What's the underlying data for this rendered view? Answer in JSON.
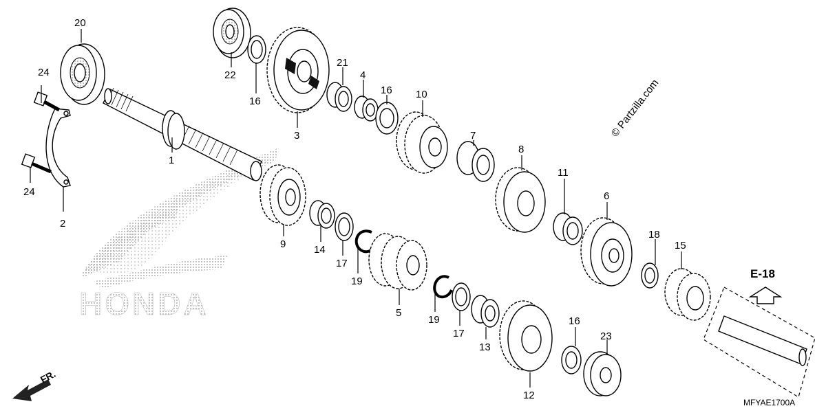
{
  "diagram": {
    "copyright": "© Partzilla.com",
    "brand_watermark": "HONDA",
    "reference_label": "E-18",
    "front_marker": "FR.",
    "diagram_code": "MFYAE1700A",
    "callouts": [
      {
        "id": "1",
        "text": "1"
      },
      {
        "id": "2",
        "text": "2"
      },
      {
        "id": "3",
        "text": "3"
      },
      {
        "id": "4",
        "text": "4"
      },
      {
        "id": "5",
        "text": "5"
      },
      {
        "id": "6",
        "text": "6"
      },
      {
        "id": "7",
        "text": "7"
      },
      {
        "id": "8",
        "text": "8"
      },
      {
        "id": "9",
        "text": "9"
      },
      {
        "id": "10",
        "text": "10"
      },
      {
        "id": "11",
        "text": "11"
      },
      {
        "id": "12",
        "text": "12"
      },
      {
        "id": "13",
        "text": "13"
      },
      {
        "id": "14",
        "text": "14"
      },
      {
        "id": "15",
        "text": "15"
      },
      {
        "id": "16a",
        "text": "16"
      },
      {
        "id": "16b",
        "text": "16"
      },
      {
        "id": "16c",
        "text": "16"
      },
      {
        "id": "17a",
        "text": "17"
      },
      {
        "id": "17b",
        "text": "17"
      },
      {
        "id": "18",
        "text": "18"
      },
      {
        "id": "19a",
        "text": "19"
      },
      {
        "id": "19b",
        "text": "19"
      },
      {
        "id": "20",
        "text": "20"
      },
      {
        "id": "21",
        "text": "21"
      },
      {
        "id": "22",
        "text": "22"
      },
      {
        "id": "23",
        "text": "23"
      },
      {
        "id": "24a",
        "text": "24"
      },
      {
        "id": "24b",
        "text": "24"
      }
    ]
  }
}
